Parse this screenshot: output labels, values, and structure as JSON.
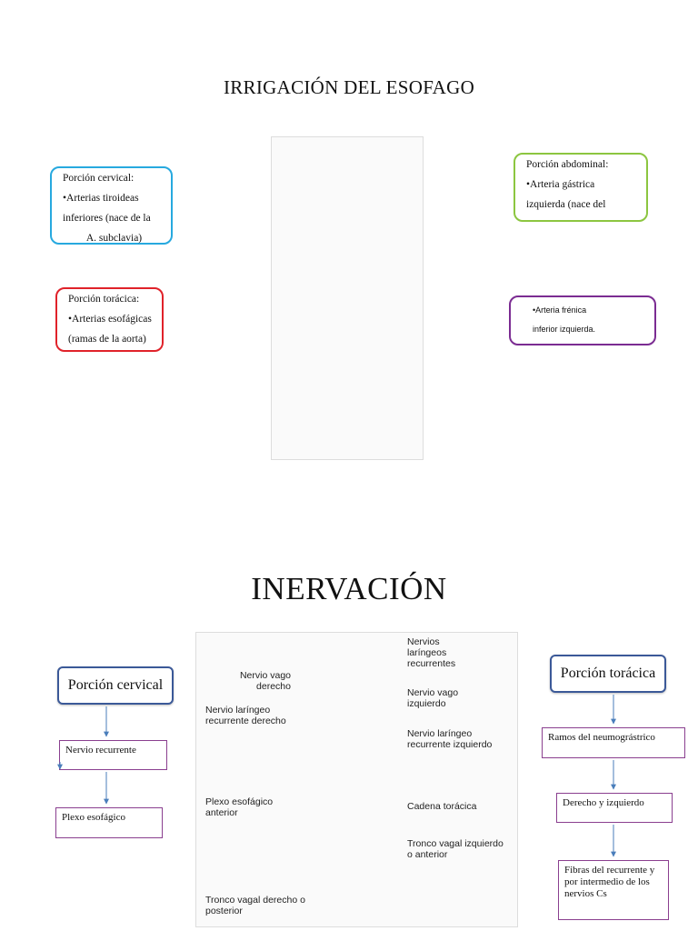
{
  "section_irrigation": {
    "title": "IRRIGACIÓN DEL ESOFAGO",
    "cervical": {
      "heading": "Porción cervical:",
      "line1": "•Arterias tiroideas",
      "line2": "inferiores (nace de la",
      "line3": "A.   subclavia)"
    },
    "thoracic": {
      "heading": "Porción torácica:",
      "line1": "•Arterias esofágicas",
      "line2": "(ramas de la aorta)"
    },
    "abdominal": {
      "heading": "Porción abdominal:",
      "line1": "•Arteria gástrica",
      "line2": "izquierda (nace del"
    },
    "phrenic": {
      "line1": "•Arteria frénica",
      "line2": "inferior izquierda."
    }
  },
  "section_innervation": {
    "title": "INERVACIÓN",
    "cervical": {
      "header": "Porción cervical",
      "step1": "Nervio recurrente",
      "step2": "Plexo esofágico"
    },
    "thoracic": {
      "header": "Porción torácica",
      "step1": "Ramos del neumográstrico",
      "step2": "Derecho y izquierdo",
      "step3": "Fibras del recurrente y por intermedio de los nervios Cs"
    },
    "figure_labels": {
      "laryngeal_recurrent": "Nervios laríngeos recurrentes",
      "right_vagus": "Nervio vago derecho",
      "left_vagus": "Nervio vago izquierdo",
      "right_recurrent": "Nervio laríngeo recurrente derecho",
      "left_recurrent": "Nervio laríngeo recurrente izquierdo",
      "anterior_plexus": "Plexo esofágico anterior",
      "thoracic_chain": "Cadena torácica",
      "left_vagal_trunk": "Tronco vagal izquierdo o anterior",
      "right_vagal_trunk": "Tronco vagal derecho o posterior"
    }
  },
  "colors": {
    "cervical_border": "#27a9df",
    "thoracic_border": "#e0222a",
    "abdominal_border": "#8cc640",
    "phrenic_border": "#7b2c92",
    "header_border": "#3b5998",
    "step_border": "#8a3f8f",
    "arrow": "#4a7ebb"
  }
}
